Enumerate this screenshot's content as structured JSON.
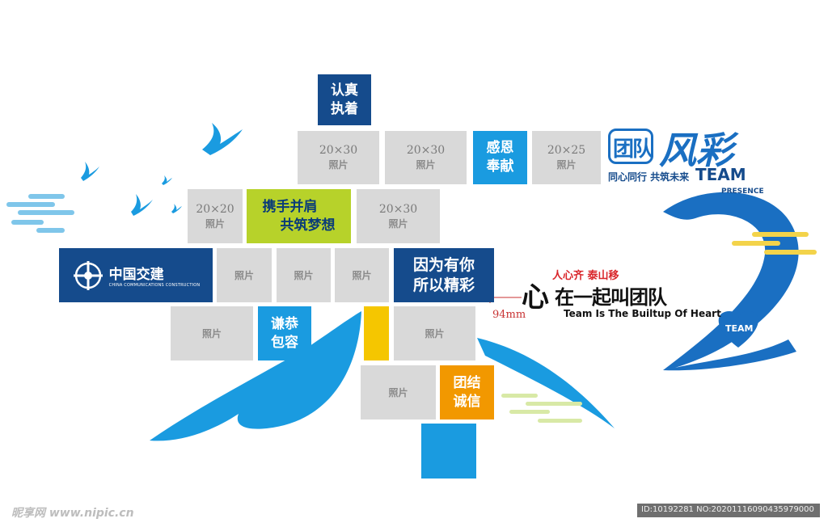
{
  "title": {
    "main": "团队",
    "brush": "风彩",
    "subtitle": "同心同行 共筑未来",
    "team": "TEAM",
    "presence": "PRESENCE"
  },
  "slogans": {
    "serious": [
      "认真",
      "执着"
    ],
    "grateful": [
      "感恩",
      "奉献"
    ],
    "hand_in_hand": [
      "携手并肩",
      "共筑梦想"
    ],
    "because": [
      "因为有你",
      "所以精彩"
    ],
    "humble": [
      "谦恭",
      "包容"
    ],
    "unity": [
      "团结",
      "诚信"
    ]
  },
  "logo": {
    "name": "中国交建",
    "english": "CHINA COMMUNICATIONS CONSTRUCTION"
  },
  "photo_label": "照片",
  "sizes": {
    "s20x30": "20×30",
    "s20x25": "20×25",
    "s20x20": "20×20"
  },
  "heart": {
    "top": "人心齐 泰山移",
    "big_char": "心",
    "rest": "在一起叫团队",
    "english": "Team Is The Builtup Of Heart",
    "dimension": "94mm"
  },
  "badge": "TEAM",
  "watermark": {
    "left": "昵享网 www.nipic.cn",
    "right": "ID:10192281 NO:20201116090435979000"
  },
  "colors": {
    "navy": "#154b8c",
    "sky": "#1a9be0",
    "lime": "#b7d22a",
    "orange": "#f29800",
    "yellow": "#f5c600",
    "gray": "#d9d9d9"
  }
}
